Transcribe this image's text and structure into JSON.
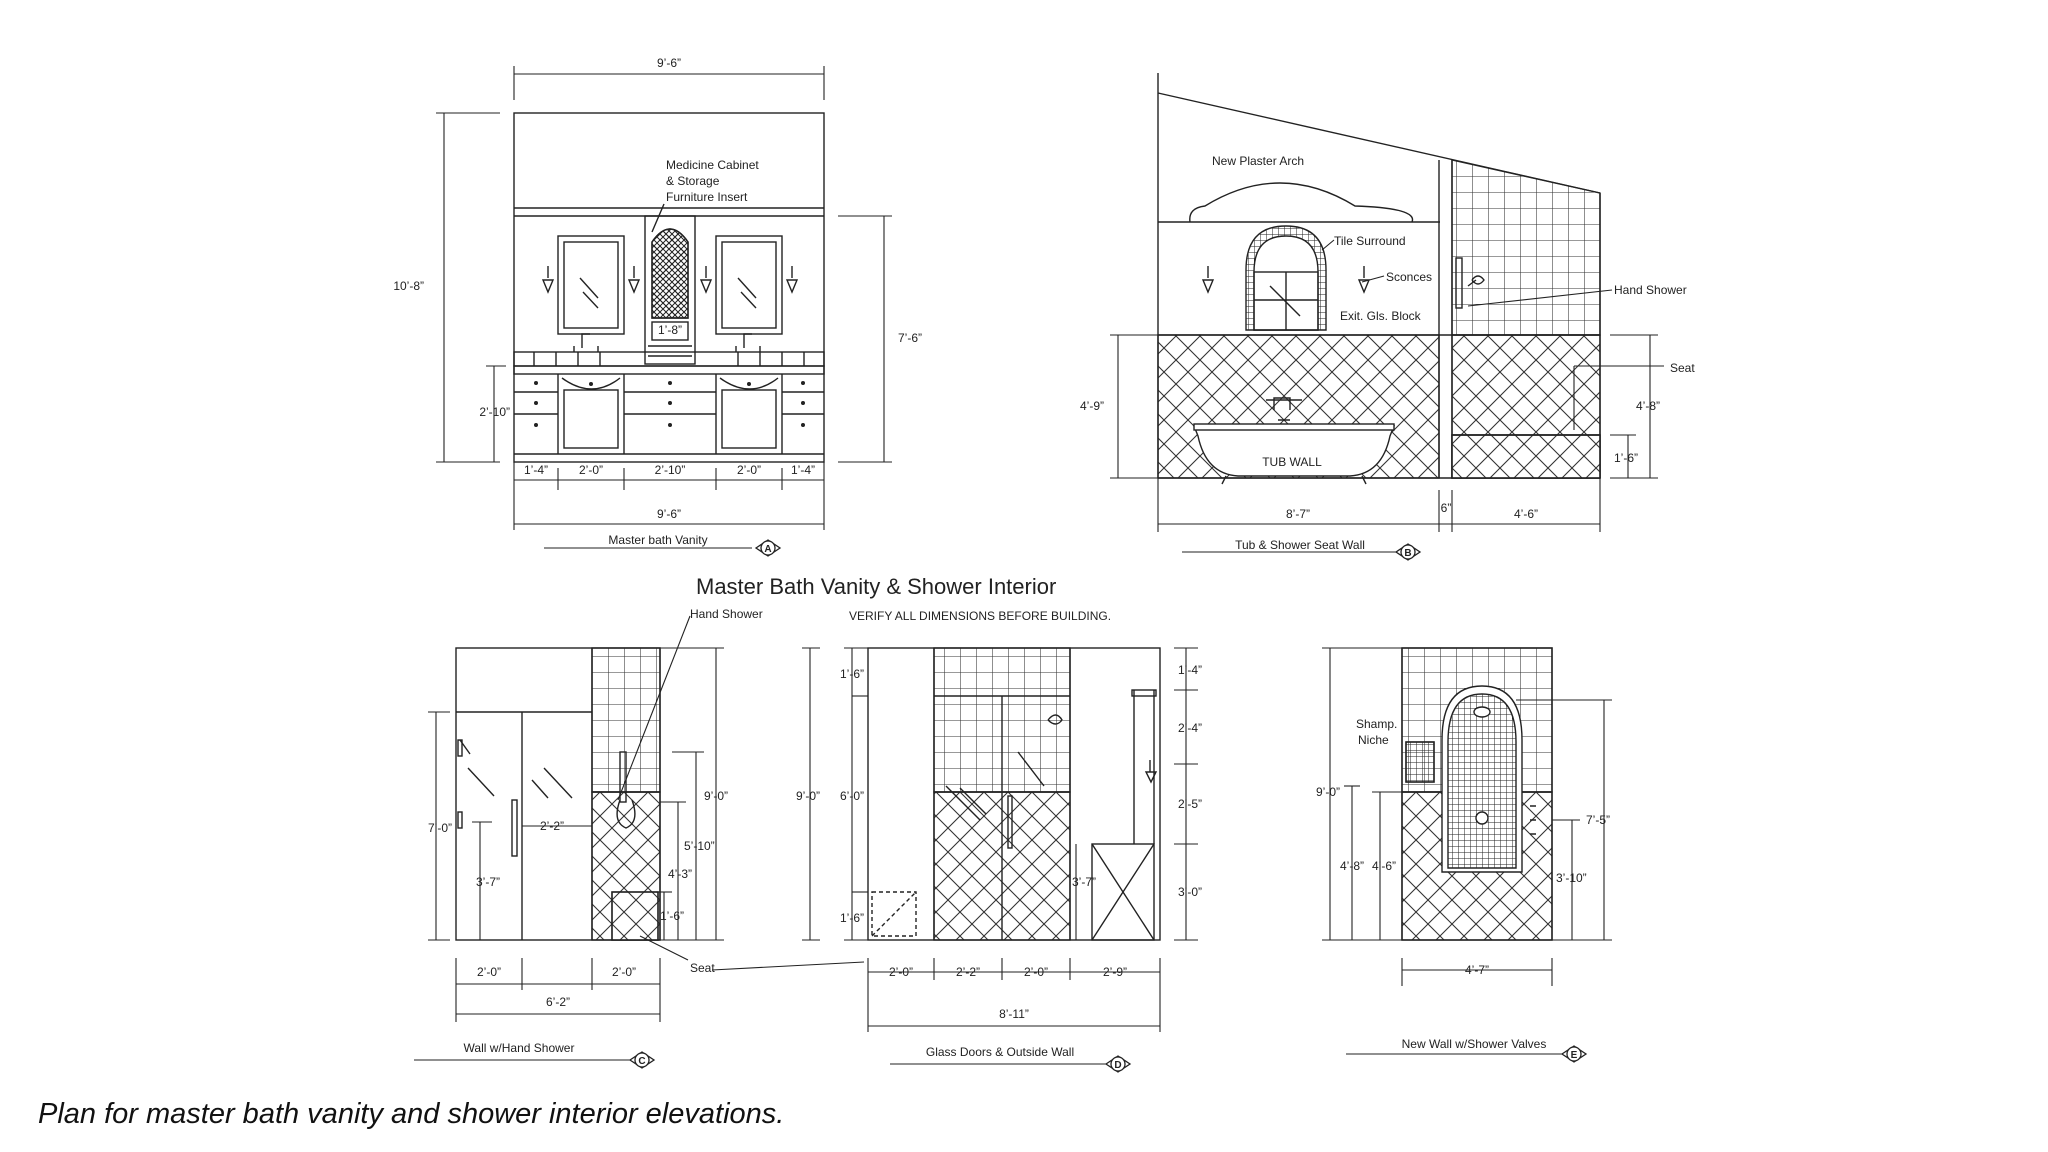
{
  "sheet_title": "Master Bath Vanity & Shower Interior",
  "sheet_note": "VERIFY ALL DIMENSIONS BEFORE BUILDING.",
  "caption": "Plan for master bath vanity and shower interior elevations.",
  "views": {
    "a": {
      "title": "Master bath Vanity",
      "marker": "A",
      "labels": {
        "cabinet_1": "Medicine Cabinet",
        "cabinet_2": "& Storage",
        "cabinet_3": "Furniture Insert"
      },
      "dims": {
        "top": "9’-6”",
        "height": "10’-8”",
        "counter": "2’-10”",
        "upper": "7’-6”",
        "insert": "1’-8”",
        "s1": "1’-4”",
        "s2": "2’-0”",
        "s3": "2’-10”",
        "s4": "2’-0”",
        "s5": "1’-4”",
        "bottom": "9’-6”"
      }
    },
    "b": {
      "title": "Tub & Shower Seat Wall",
      "marker": "B",
      "labels": {
        "arch": "New Plaster Arch",
        "tile": "Tile Surround",
        "sconces": "Sconces",
        "glass": "Exit. Gls. Block",
        "hand": "Hand Shower",
        "seat": "Seat",
        "tub": "TUB WALL"
      },
      "dims": {
        "left": "4’-9”",
        "right": "4’-8”",
        "seat_h": "1’-6”",
        "b1": "8’-7”",
        "b2": "6”",
        "b3": "4’-6”"
      }
    },
    "c": {
      "title": "Wall w/Hand Shower",
      "marker": "C",
      "labels": {
        "hand": "Hand Shower",
        "seat": "Seat"
      },
      "dims": {
        "door": "7’-0”",
        "handle": "3’-7”",
        "mid": "2’-2”",
        "full": "9’-0”",
        "d1": "5’-10”",
        "d2": "4’-3”",
        "d3": "1’-6”",
        "b1": "2’-0”",
        "b2": "2’-0”",
        "total": "6’-2”"
      }
    },
    "d": {
      "title": "Glass Doors & Outside Wall",
      "marker": "D",
      "dims": {
        "l_top": "1’-6”",
        "l_full": "9’-0”",
        "l_mid": "6’-0”",
        "l_bot": "1’-6”",
        "r1": "1’-4”",
        "r2": "2’-4”",
        "r3": "2’-5”",
        "r4": "3’-0”",
        "inner": "3’-7”",
        "b1": "2’-0”",
        "b2": "2’-2”",
        "b3": "2’-0”",
        "b4": "2’-9”",
        "total": "8’-11”"
      }
    },
    "e": {
      "title": "New Wall w/Shower Valves",
      "marker": "E",
      "labels": {
        "niche_1": "Shamp.",
        "niche_2": "Niche"
      },
      "dims": {
        "full": "9’-0”",
        "d1": "4’-8”",
        "d2": "4’-6”",
        "r1": "7’-5”",
        "r2": "3’-10”",
        "bottom": "4’-7”"
      }
    }
  }
}
